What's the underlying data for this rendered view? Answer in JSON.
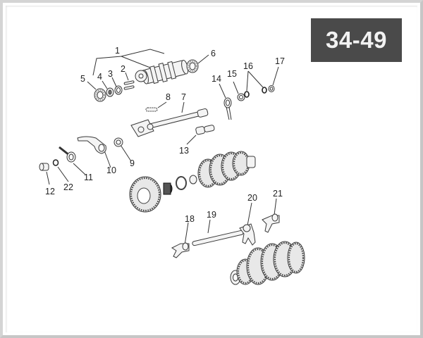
{
  "diagram": {
    "page_code": "34-49",
    "badge_colors": {
      "background": "#4a4a4a",
      "text": "#f2f2f2"
    },
    "frame_color": "#d0d0d0",
    "callouts": [
      {
        "id": "1",
        "label": "1",
        "part": "selector-drum-assembly"
      },
      {
        "id": "2",
        "label": "2",
        "part": "drum-pins"
      },
      {
        "id": "3",
        "label": "3",
        "part": "washer"
      },
      {
        "id": "4",
        "label": "4",
        "part": "washer"
      },
      {
        "id": "5",
        "label": "5",
        "part": "bearing"
      },
      {
        "id": "6",
        "label": "6",
        "part": "bearing"
      },
      {
        "id": "7",
        "label": "7",
        "part": "gear-shift-shaft"
      },
      {
        "id": "8",
        "label": "8",
        "part": "spring"
      },
      {
        "id": "9",
        "label": "9",
        "part": "bushing"
      },
      {
        "id": "10",
        "label": "10",
        "part": "lever"
      },
      {
        "id": "11",
        "label": "11",
        "part": "spring"
      },
      {
        "id": "12",
        "label": "12",
        "part": "bushing"
      },
      {
        "id": "13",
        "label": "13",
        "part": "pin"
      },
      {
        "id": "14",
        "label": "14",
        "part": "return-spring"
      },
      {
        "id": "15",
        "label": "15",
        "part": "bushing"
      },
      {
        "id": "16",
        "label": "16",
        "part": "circlips"
      },
      {
        "id": "17",
        "label": "17",
        "part": "seal-ring"
      },
      {
        "id": "18",
        "label": "18",
        "part": "shift-fork"
      },
      {
        "id": "19",
        "label": "19",
        "part": "fork-shaft"
      },
      {
        "id": "20",
        "label": "20",
        "part": "shift-fork"
      },
      {
        "id": "21",
        "label": "21",
        "part": "shift-fork"
      },
      {
        "id": "22",
        "label": "22",
        "part": "circlip"
      }
    ]
  }
}
